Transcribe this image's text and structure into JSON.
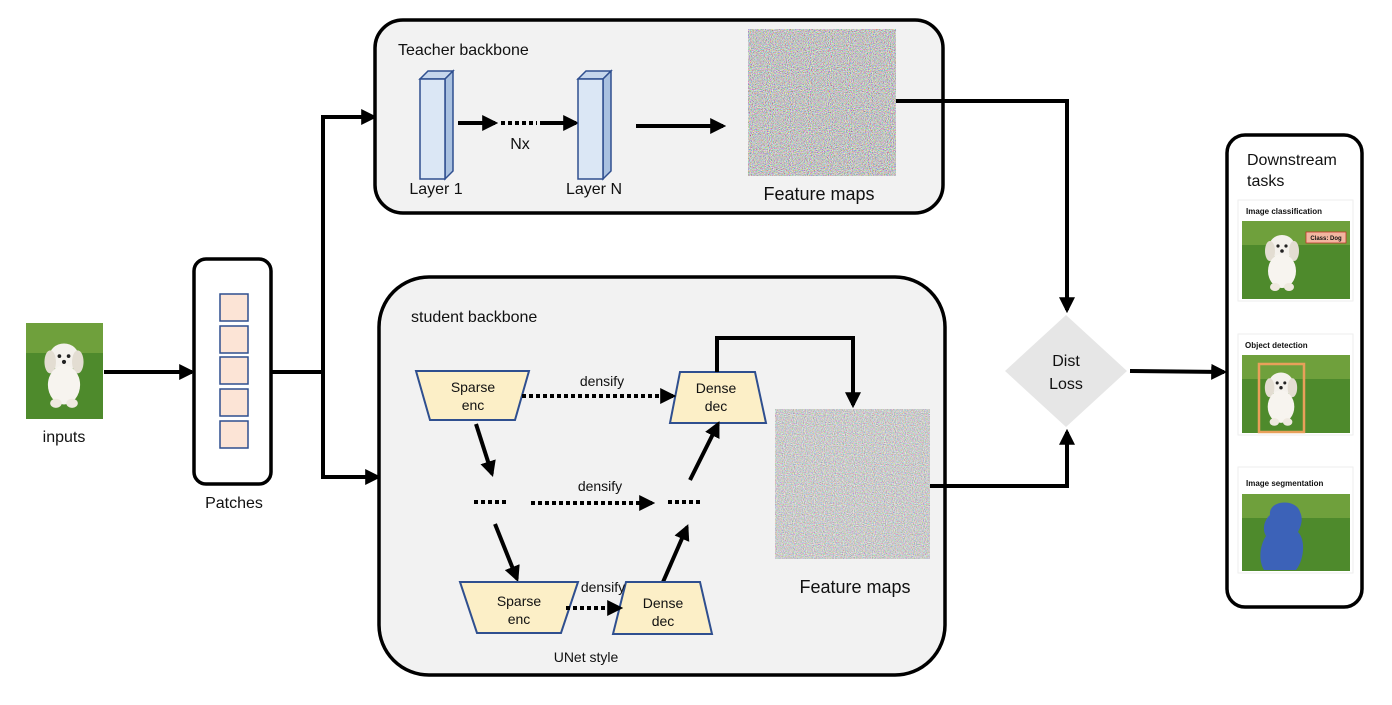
{
  "input": {
    "label": "inputs"
  },
  "patches": {
    "label": "Patches"
  },
  "teacher": {
    "title": "Teacher backbone",
    "layer1": "Layer 1",
    "layerN": "Layer N",
    "repeat": "Nx",
    "features": "Feature maps"
  },
  "student": {
    "title": "student backbone",
    "enc_top": [
      "Sparse",
      "enc"
    ],
    "dec_top": [
      "Dense",
      "dec"
    ],
    "enc_bottom": [
      "Sparse",
      "enc"
    ],
    "dec_bottom": [
      "Dense",
      "dec"
    ],
    "densify": "densify",
    "unet": "UNet style",
    "features": "Feature maps"
  },
  "loss": {
    "line1": "Dist",
    "line2": "Loss"
  },
  "downstream": {
    "title_line1": "Downstream",
    "title_line2": "tasks",
    "task1": "Image classification",
    "task1_badge": "Class: Dog",
    "task2": "Object detection",
    "task3": "Image segmentation"
  },
  "colors": {
    "panel_fill": "#f2f2f2",
    "layer_fill": "#dbe7f5",
    "encoder_fill": "#fcefc7",
    "patch_fill": "#fce4d6",
    "diamond_fill": "#e6e6e6",
    "segmentation_mask": "#3c62b8",
    "detection_box": "#e8a05a"
  },
  "icons": [
    "dog-photo",
    "noise-feature-map"
  ]
}
